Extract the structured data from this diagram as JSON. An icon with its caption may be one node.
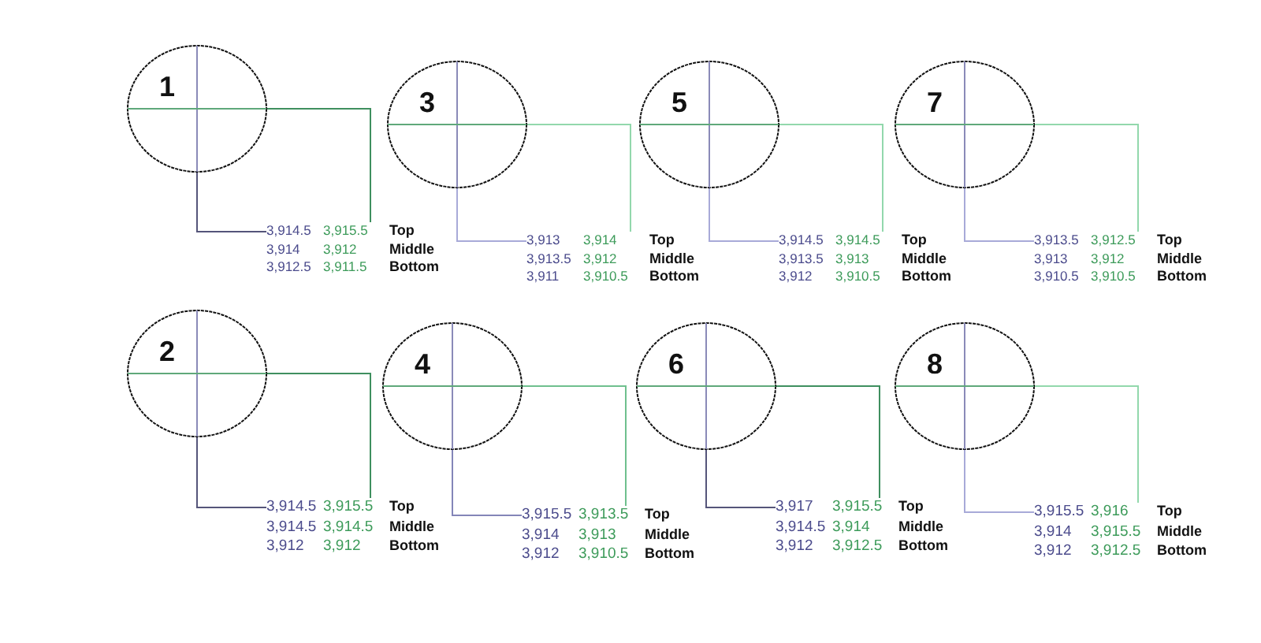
{
  "diagram": {
    "nodes": [
      {
        "text": [
          "1"
        ]
      },
      {
        "text": [
          "3,914.5",
          "3,914",
          "3,912.5"
        ]
      },
      {
        "text": [
          "3,915.5",
          "3,912",
          "3,911.5"
        ]
      },
      {
        "text": [
          "3"
        ]
      },
      {
        "text": [
          "3,913",
          "3,913.5",
          "3,911"
        ]
      },
      {
        "text": [
          "3,914",
          "3,912",
          "3,910.5"
        ]
      },
      {
        "text": [
          "5"
        ]
      },
      {
        "text": [
          "3,914.5",
          "3,913.5",
          "3,912"
        ]
      },
      {
        "text": [
          "3,914.5",
          "3,913",
          "3,910.5"
        ]
      },
      {
        "text": [
          "7"
        ]
      },
      {
        "text": [
          "3,913.5",
          "3,913",
          "3,910.5"
        ]
      },
      {
        "text": [
          "3,912.5",
          "3,912",
          "3,910.5"
        ]
      },
      {
        "text": [
          "2"
        ]
      },
      {
        "text": [
          "3,914.5",
          "3,914.5",
          "3,912"
        ]
      },
      {
        "text": [
          "3,915.5",
          "3,914.5",
          "3,912"
        ]
      },
      {
        "text": [
          "4"
        ]
      },
      {
        "text": [
          "3,915.5",
          "3,914",
          "3,912"
        ]
      },
      {
        "text": [
          "3,913.5",
          "3,913",
          "3,910.5"
        ]
      },
      {
        "text": [
          "6"
        ]
      },
      {
        "text": [
          "3,917",
          "3,914.5",
          "3,912"
        ]
      },
      {
        "text": [
          "3,915.5",
          "3,914",
          "3,912.5"
        ]
      },
      {
        "text": [
          "8"
        ]
      },
      {
        "text": [
          "3,915.5",
          "3,914",
          "3,912"
        ]
      },
      {
        "text": [
          "3,916",
          "3,915.5",
          "3,912.5"
        ]
      }
    ],
    "edges": [
      {
        "from": 0,
        "to": 1,
        "arrow": "none",
        "color": "#55557a"
      },
      {
        "from": 0,
        "to": 2,
        "arrow": "none",
        "color": "#3f8f5f"
      },
      {
        "from": 3,
        "to": 4,
        "arrow": "none",
        "color": "#a8aad8"
      },
      {
        "from": 3,
        "to": 5,
        "arrow": "none",
        "color": "#92d8ac"
      },
      {
        "from": 6,
        "to": 7,
        "arrow": "none",
        "color": "#a8aad8"
      },
      {
        "from": 6,
        "to": 8,
        "arrow": "none",
        "color": "#92d8ac"
      },
      {
        "from": 9,
        "to": 10,
        "arrow": "none",
        "color": "#a8aad8"
      },
      {
        "from": 9,
        "to": 11,
        "arrow": "none",
        "color": "#92d8ac"
      },
      {
        "from": 12,
        "to": 13,
        "arrow": "none",
        "color": "#55557a"
      },
      {
        "from": 12,
        "to": 14,
        "arrow": "none",
        "color": "#3f8f5f"
      },
      {
        "from": 15,
        "to": 16,
        "arrow": "none",
        "color": "#8486b8"
      },
      {
        "from": 15,
        "to": 17,
        "arrow": "none",
        "color": "#6fc08e"
      },
      {
        "from": 18,
        "to": 19,
        "arrow": "none",
        "color": "#55557a"
      },
      {
        "from": 18,
        "to": 20,
        "arrow": "none",
        "color": "#3f8f5f"
      },
      {
        "from": 21,
        "to": 22,
        "arrow": "none",
        "color": "#a8aad8"
      },
      {
        "from": 21,
        "to": 23,
        "arrow": "none",
        "color": "#92d8ac"
      }
    ],
    "labels": [
      "Top",
      "Middle",
      "Bottom",
      "Top",
      "Middle",
      "Bottom",
      "Top",
      "Middle",
      "Bottom",
      "Top",
      "Middle",
      "Bottom",
      "Top",
      "Middle",
      "Bottom",
      "Top",
      "Middle",
      "Bottom",
      "Top",
      "Middle",
      "Bottom",
      "Top",
      "Middle",
      "Bottom"
    ]
  }
}
